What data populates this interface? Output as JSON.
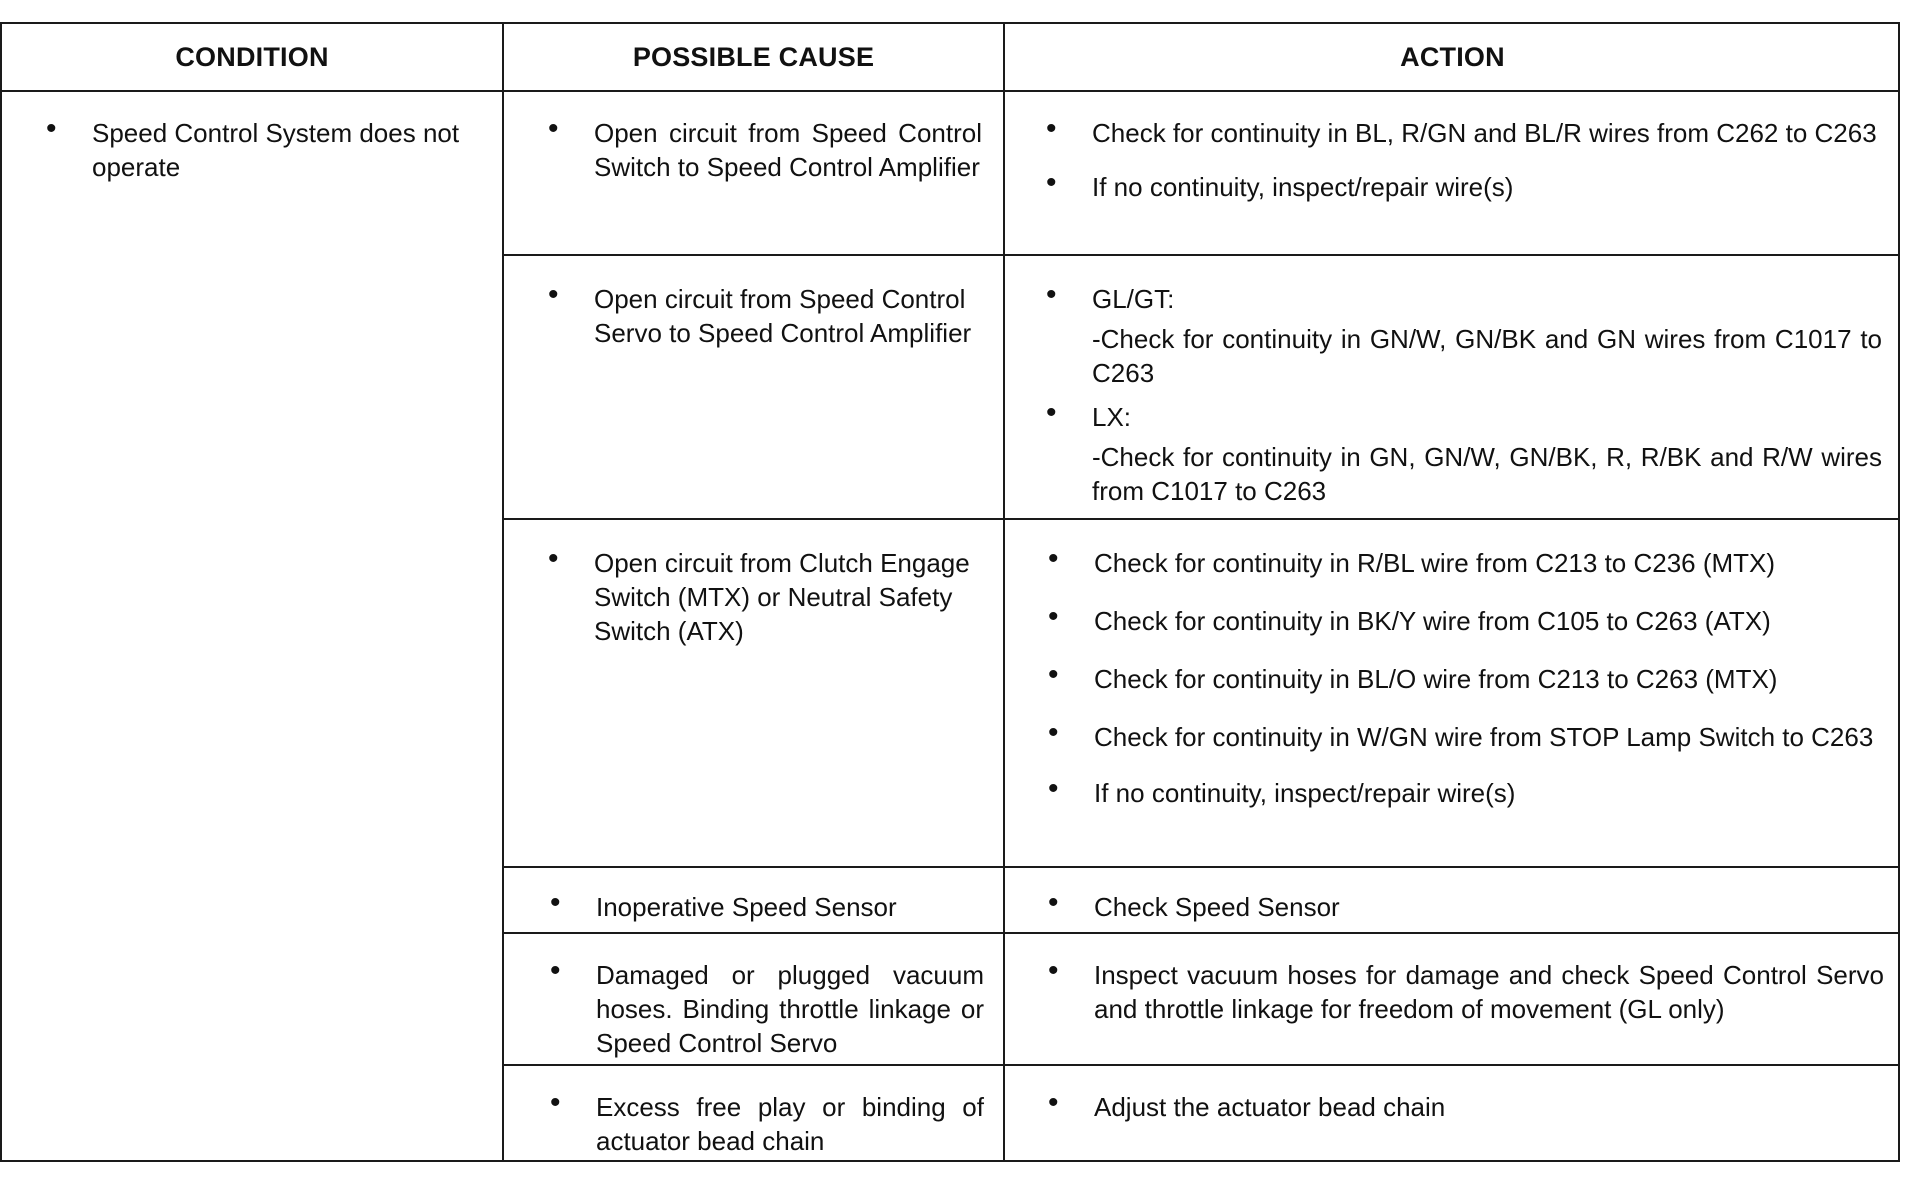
{
  "headers": {
    "condition": "CONDITION",
    "cause": "POSSIBLE CAUSE",
    "action": "ACTION"
  },
  "condition": "Speed Control System does not operate",
  "rows": [
    {
      "cause": "Open circuit from Speed Control Switch to Speed Control Amplifier",
      "actions": [
        "Check for continuity in BL, R/GN and BL/R wires from C262 to C263",
        "If no continuity, inspect/repair wire(s)"
      ]
    },
    {
      "cause": "Open circuit from Speed Control Servo to Speed Control Amplifier",
      "actions": [
        {
          "label": "GL/GT:",
          "detail": "-Check for continuity in GN/W, GN/BK and GN wires from C1017 to C263"
        },
        {
          "label": "LX:",
          "detail": "-Check for continuity in GN, GN/W, GN/BK, R, R/BK and R/W wires from C1017 to C263"
        }
      ]
    },
    {
      "cause": "Open circuit from Clutch Engage Switch (MTX) or Neutral Safety Switch (ATX)",
      "actions": [
        "Check for continuity in R/BL wire from C213 to C236 (MTX)",
        "Check for continuity in BK/Y wire from C105 to C263 (ATX)",
        "Check for continuity in BL/O wire from C213 to C263 (MTX)",
        "Check for continuity in W/GN wire from STOP Lamp Switch to C263",
        "If no continuity, inspect/repair wire(s)"
      ]
    },
    {
      "cause": "Inoperative Speed Sensor",
      "actions": [
        "Check Speed Sensor"
      ]
    },
    {
      "cause": "Damaged or plugged vacuum hoses. Binding throttle linkage or Speed Control Servo",
      "actions": [
        "Inspect vacuum hoses for damage and check Speed Control Servo and throttle linkage for freedom of movement (GL only)"
      ]
    },
    {
      "cause": "Excess free play or binding of actuator bead chain",
      "actions": [
        "Adjust the actuator bead chain"
      ]
    }
  ]
}
